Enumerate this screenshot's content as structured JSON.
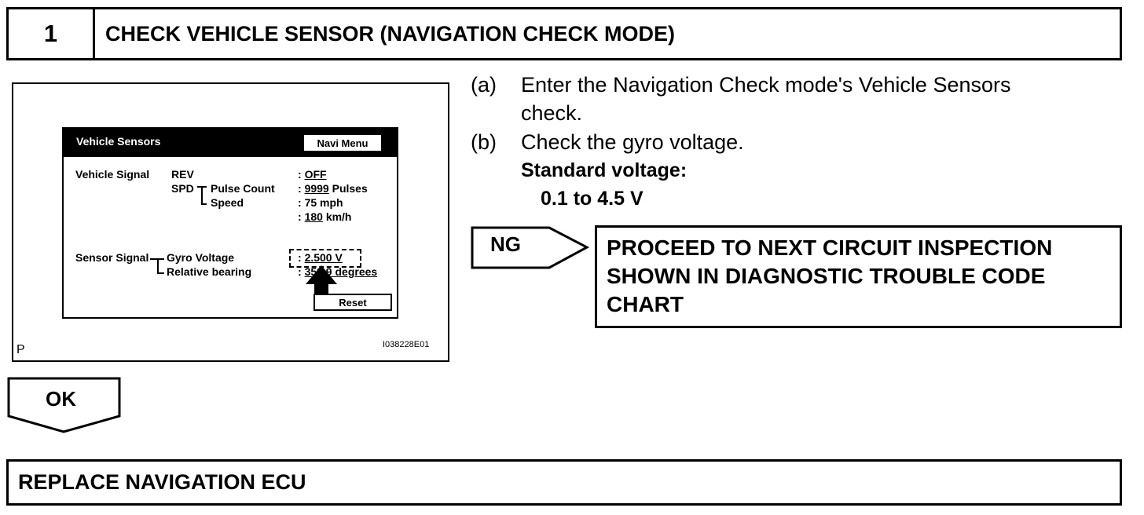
{
  "step": {
    "number": "1",
    "title": "CHECK VEHICLE SENSOR (NAVIGATION CHECK MODE)"
  },
  "screen": {
    "title": "Vehicle Sensors",
    "navi_menu": "Navi Menu",
    "vehicle_signal_label": "Vehicle Signal",
    "rev_label": "REV",
    "spd_label": "SPD",
    "pulse_count_label": "Pulse Count",
    "speed_label": "Speed",
    "rev_value": "OFF",
    "pulse_value": "9999",
    "pulse_unit": "Pulses",
    "speed_mph_value": "75",
    "speed_mph_unit": "mph",
    "speed_kmh_value": "180",
    "speed_kmh_unit": "km/h",
    "sensor_signal_label": "Sensor Signal",
    "gyro_voltage_label": "Gyro Voltage",
    "relative_bearing_label": "Relative bearing",
    "gyro_value": "2.500 V",
    "bearing_value": "359.9 degrees",
    "reset": "Reset"
  },
  "figure": {
    "letter": "P",
    "code": "I038228E01"
  },
  "procedure": {
    "a_marker": "(a)",
    "a_line1": "Enter the Navigation Check mode's Vehicle Sensors",
    "a_line2": "check.",
    "b_marker": "(b)",
    "b_text": "Check the gyro voltage.",
    "standard_label": "Standard voltage:",
    "standard_value": "0.1 to 4.5 V"
  },
  "ng": {
    "label": "NG",
    "line1": "PROCEED TO NEXT CIRCUIT INSPECTION",
    "line2": "SHOWN IN DIAGNOSTIC TROUBLE CODE",
    "line3": "CHART"
  },
  "ok": {
    "label": "OK"
  },
  "final": {
    "text": "REPLACE NAVIGATION ECU"
  }
}
